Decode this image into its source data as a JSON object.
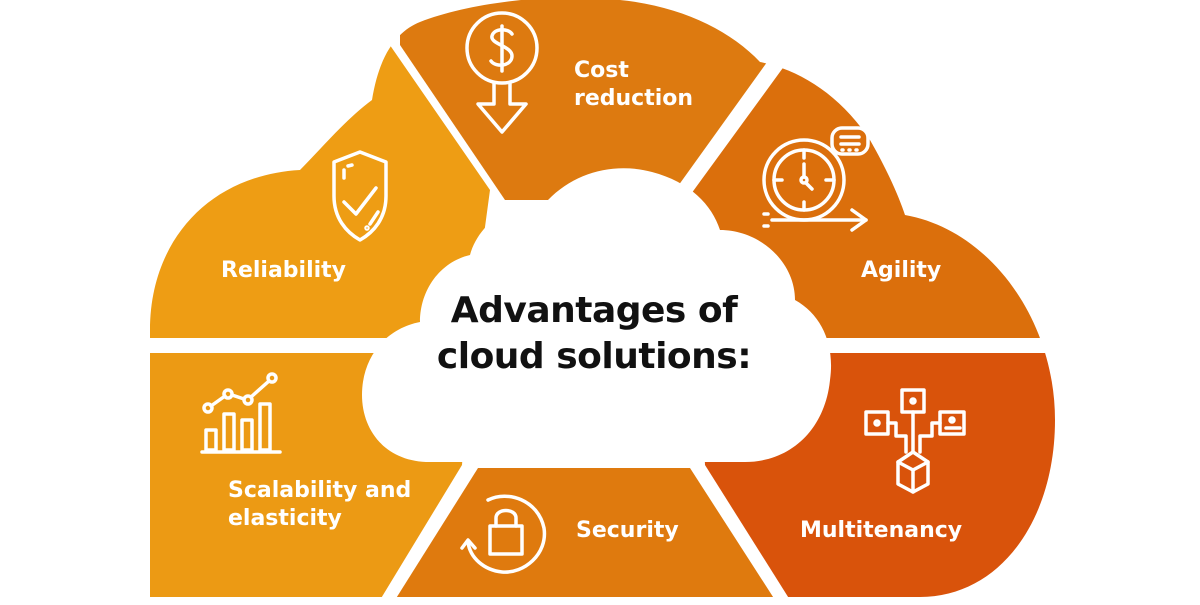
{
  "title": {
    "line1": "Advantages of",
    "line2": "cloud solutions:"
  },
  "colors": {
    "background": "#ffffff",
    "cost_reduction": "#DD7A10",
    "agility": "#DB6F0C",
    "reliability": "#EE9D14",
    "scalability": "#EC9A14",
    "security": "#DF7A0E",
    "multitenancy": "#D9530B",
    "center": "#ffffff",
    "title_text": "#111111",
    "label_text": "#ffffff"
  },
  "segments": [
    {
      "id": "cost-reduction",
      "label_line1": "Cost",
      "label_line2": "reduction",
      "icon": "dollar-down-arrow-icon"
    },
    {
      "id": "agility",
      "label": "Agility",
      "icon": "stopwatch-arrow-icon"
    },
    {
      "id": "reliability",
      "label": "Reliability",
      "icon": "shield-check-icon"
    },
    {
      "id": "scalability",
      "label_line1": "Scalability and",
      "label_line2": "elasticity",
      "icon": "bar-line-chart-icon"
    },
    {
      "id": "security",
      "label": "Security",
      "icon": "padlock-refresh-icon"
    },
    {
      "id": "multitenancy",
      "label": "Multitenancy",
      "icon": "network-cube-icon"
    }
  ]
}
